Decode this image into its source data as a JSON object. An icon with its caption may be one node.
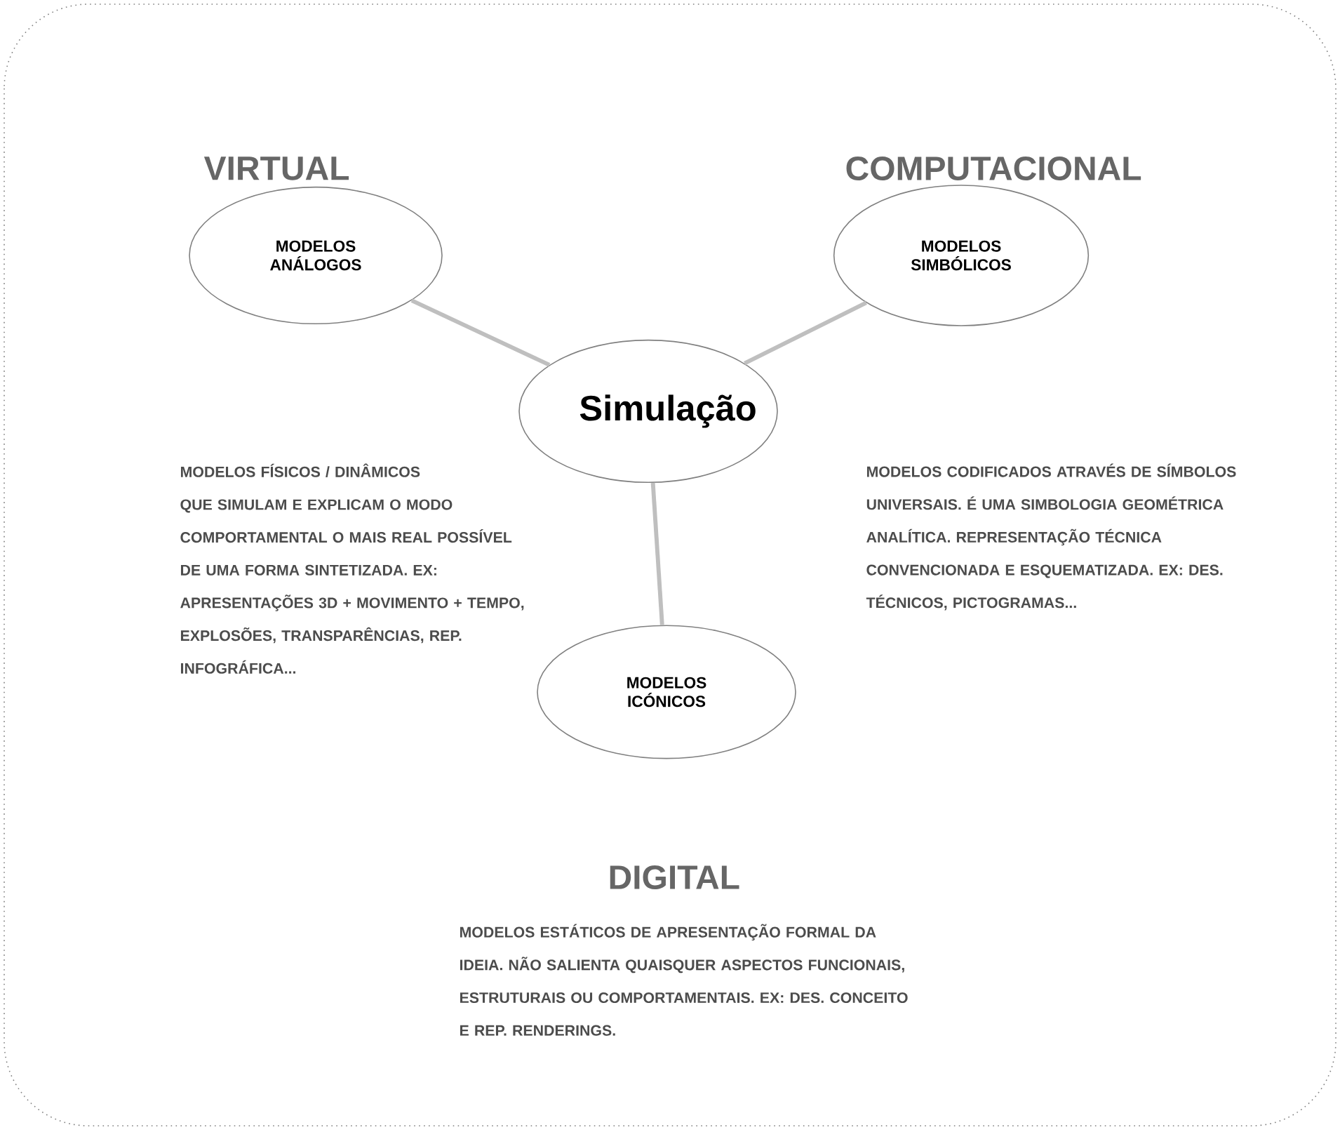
{
  "diagram": {
    "nodes": [
      {
        "text": [
          "Simulação"
        ]
      },
      {
        "text": [
          "MODELOS ANÁLOGOS"
        ]
      },
      {
        "text": [
          "MODELOS SIMBÓLICOS"
        ]
      },
      {
        "text": [
          "MODELOS ICÓNICOS"
        ]
      }
    ],
    "edges": [
      {
        "from": 0,
        "to": 1,
        "arrow": "none"
      },
      {
        "from": 0,
        "to": 2,
        "arrow": "none"
      },
      {
        "from": 0,
        "to": 3,
        "arrow": "none"
      }
    ],
    "labels": [
      "VIRTUAL",
      "COMPUTACIONAL",
      "MODELOS FÍSICOS / DINÂMICOS QUE SIMULAM E EXPLICAM O MODO COMPORTAMENTAL O MAIS REAL POSSÍVEL DE UMA FORMA SINTETIZADA. EX: APRESENTAÇÕES 3D + MOVIMENTO + TEMPO, EXPLOSÕES, TRANSPARÊNCIAS, REP. INFOGRÁFICA...",
      "MODELOS CODIFICADOS ATRAVÉS DE SÍMBOLOS UNIVERSAIS. É UMA SIMBOLOGIA GEOMÉTRICA ANALÍTICA. REPRESENTAÇÃO TÉCNICA CONVENCIONADA E ESQUEMATIZADA. EX: DES. TÉCNICOS, PICTOGRAMAS...",
      "DIGITAL",
      "MODELOS ESTÁTICOS DE APRESENTAÇÃO FORMAL DA IDEIA. NÃO SALIENTA QUAISQUER ASPECTOS FUNCIONAIS, ESTRUTURAIS OU COMPORTAMENTAIS. EX: DES. CONCEITO E REP. RENDERINGS."
    ]
  }
}
